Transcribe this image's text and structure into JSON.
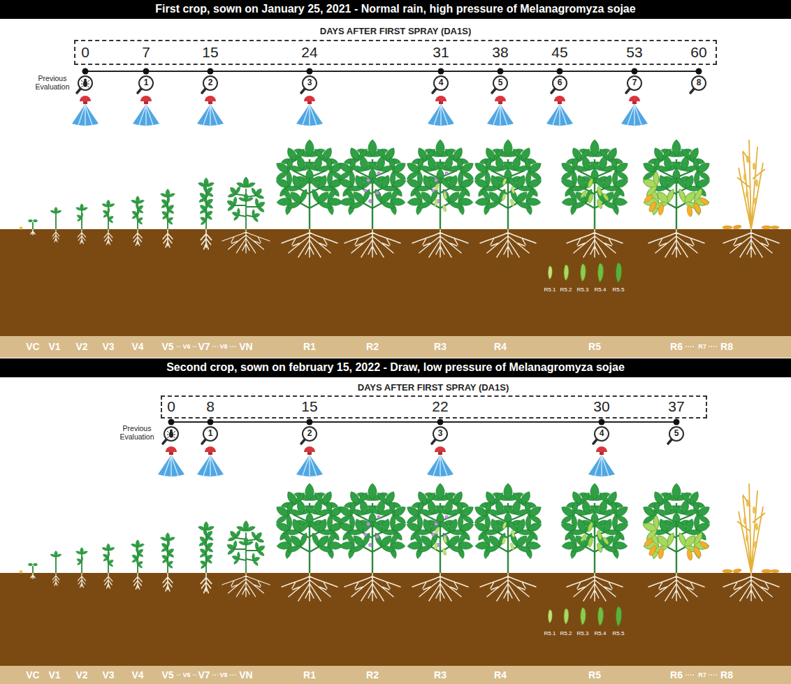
{
  "diagram": {
    "nodes": [
      {
        "text": [
          "First crop, sown on January 25, 2021 - Normal rain, high pressure of Melanagromyza sojae"
        ]
      },
      {
        "text": [
          "0",
          "7",
          "15",
          "24",
          "31",
          "38",
          "45",
          "53",
          "60"
        ]
      },
      {
        "text": [
          "1"
        ]
      },
      {
        "text": [
          "2"
        ]
      },
      {
        "text": [
          "3"
        ]
      },
      {
        "text": [
          "4"
        ]
      },
      {
        "text": [
          "5"
        ]
      },
      {
        "text": [
          "6"
        ]
      },
      {
        "text": [
          "7"
        ]
      },
      {
        "text": [
          "8"
        ]
      },
      {
        "text": [
          "VC",
          "V1",
          "V2",
          "V3",
          "V4",
          "V5",
          "V6",
          "V7",
          "V8",
          "VN",
          "R1",
          "R2",
          "R3",
          "R4",
          "R5",
          "R6",
          "R7",
          "R8"
        ]
      },
      {
        "text": [
          "Second crop, sown on february 15, 2022 - Draw, low pressure of Melanagromyza sojae"
        ]
      },
      {
        "text": [
          "0",
          "8",
          "15",
          "22",
          "30",
          "37"
        ]
      },
      {
        "text": [
          "1"
        ]
      },
      {
        "text": [
          "2"
        ]
      },
      {
        "text": [
          "3"
        ]
      },
      {
        "text": [
          "4"
        ]
      },
      {
        "text": [
          "5"
        ]
      },
      {
        "text": [
          "VC",
          "V1",
          "V2",
          "V3",
          "V4",
          "V5",
          "V6",
          "V7",
          "V8",
          "VN",
          "R1",
          "R2",
          "R3",
          "R4",
          "R5",
          "R6",
          "R7",
          "R8"
        ]
      }
    ],
    "labels": [
      "DAYS AFTER FIRST SPRAY (DA1S)",
      "Previous Evaluation",
      "R5.1",
      "R5.2",
      "R5.3",
      "R5.4",
      "R5.5",
      "DAYS AFTER FIRST SPRAY (DA1S)",
      "Previous Evaluation",
      "R5.1",
      "R5.2",
      "R5.3",
      "R5.4",
      "R5.5"
    ]
  }
}
